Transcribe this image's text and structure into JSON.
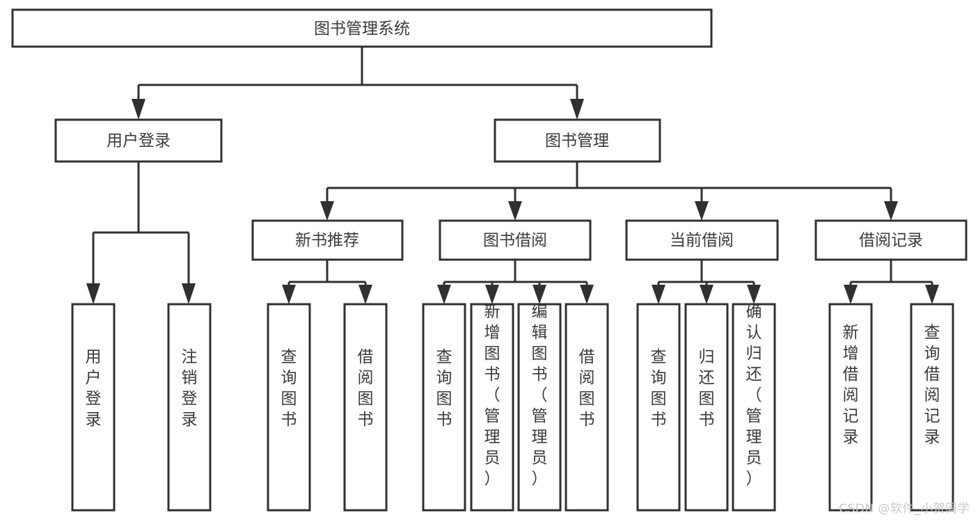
{
  "diagram": {
    "type": "tree-hierarchy-chart",
    "title_text": "图书管理系统",
    "colors": {
      "background": "#ffffff",
      "box_fill": "#ffffff",
      "box_stroke": "#303030",
      "text": "#3a3a3a",
      "watermark": "#c9c9c9"
    },
    "root": {
      "label": "图书管理系统"
    },
    "level2": [
      {
        "label": "用户登录"
      },
      {
        "label": "图书管理"
      }
    ],
    "level3": [
      {
        "label": "新书推荐"
      },
      {
        "label": "图书借阅"
      },
      {
        "label": "当前借阅"
      },
      {
        "label": "借阅记录"
      }
    ],
    "leaves": {
      "user_login": [
        {
          "label": "用户登录"
        },
        {
          "label": "注销登录"
        }
      ],
      "new_book_recommend": [
        {
          "label": "查询图书"
        },
        {
          "label": "借阅图书"
        }
      ],
      "book_borrow": [
        {
          "label": "查询图书"
        },
        {
          "label": "新增图书（管理员）"
        },
        {
          "label": "编辑图书（管理员）"
        },
        {
          "label": "借阅图书"
        }
      ],
      "current_borrow": [
        {
          "label": "查询图书"
        },
        {
          "label": "归还图书"
        },
        {
          "label": "确认归还（管理员）"
        }
      ],
      "borrow_record": [
        {
          "label": "新增借阅记录"
        },
        {
          "label": "查询借阅记录"
        }
      ]
    }
  },
  "watermark": {
    "text": "CSDN @软件_小贺同学"
  }
}
